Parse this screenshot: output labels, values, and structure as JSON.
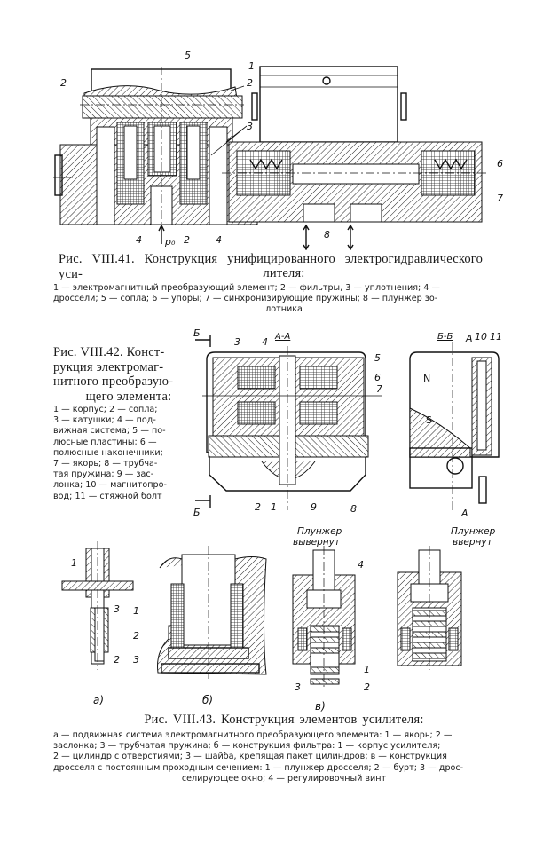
{
  "fig41": {
    "caption_line1": "Рис. VIII.41. Конструкция унифицированного электрогидравлического уси-",
    "caption_line2": "лителя:",
    "legend_line1": "1 — электромагнитный преобразующий элемент; 2 — фильтры, 3 — уплотнения; 4 —",
    "legend_line2": "дроссели; 5 — сопла; 6 — упоры; 7 — синхронизирующие пружины; 8 — плунжер зо-",
    "legend_line3": "лотника",
    "labels": {
      "l1": "1",
      "l2a": "2",
      "l2b": "2",
      "l2c": "2",
      "l3": "3",
      "l4a": "4",
      "l4b": "4",
      "l5": "5",
      "p0": "p₀",
      "l6": "6",
      "l7": "7",
      "l8": "8"
    }
  },
  "fig42": {
    "caption_lines": [
      "Рис. VIII.42. Конст-",
      "рукция электромаг-",
      "нитного преобразую-",
      "щего элемента:"
    ],
    "legend_lines": [
      "1 — корпус; 2 — сопла;",
      "3 — катушки; 4 — под-",
      "вижная система; 5 — по-",
      "люсные пластины; 6 —",
      "полюсные наконечники;",
      "7 — якорь; 8 — трубча-",
      "тая пружина; 9 — зас-",
      "лонка; 10 — магнитопро-",
      "вод; 11 — стяжной болт"
    ],
    "labels": {
      "aa": "А-А",
      "bb": "Б-Б",
      "b1": "Б",
      "b2": "Б",
      "a1": "А",
      "a2": "А",
      "l1": "1",
      "l2": "2",
      "l3": "3",
      "l4": "4",
      "l5": "5",
      "l6": "6",
      "l7": "7",
      "l8": "8",
      "l9": "9",
      "l10": "10",
      "l11": "11",
      "n": "N",
      "s": "S"
    }
  },
  "fig43": {
    "caption": "Рис. VIII.43. Конструкция элементов усилителя:",
    "legend_lines": [
      "а — подвижная система электромагнитного преобразующего элемента: 1 — якорь; 2 —",
      "заслонка; 3 — трубчатая пружина; б — конструкция фильтра: 1 — корпус усилителя;",
      "2 — цилиндр с отверстиями; 3 — шайба, крепящая пакет цилиндров; в — конструкция",
      "дросселя с постоянным проходным сечением: 1 — плунжер дросселя; 2 — бурт; 3 — дрос-",
      "селирующее окно; 4 — регулировочный винт"
    ],
    "sub_a": "а)",
    "sub_b": "б)",
    "sub_v": "в)",
    "out_1": "Плунжер",
    "out_2": "вывернут",
    "in_1": "Плунжер",
    "in_2": "ввернут",
    "labels": {
      "a1": "1",
      "a2": "2",
      "a3": "3",
      "b1": "1",
      "b2": "2",
      "b3": "3",
      "v1": "1",
      "v2": "2",
      "v3": "3",
      "v4": "4"
    }
  }
}
